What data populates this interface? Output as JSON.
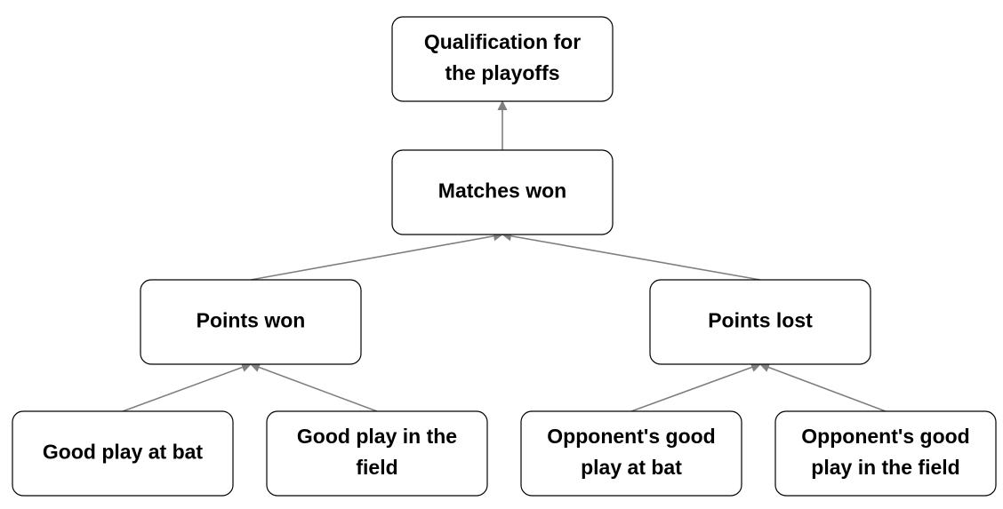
{
  "colors": {
    "box_border": "#000000",
    "box_fill": "#ffffff",
    "edge": "#7f7f7f",
    "text": "#000000"
  },
  "nodes": {
    "playoffs": {
      "lines": [
        "Qualification for",
        "the playoffs"
      ]
    },
    "matches_won": {
      "lines": [
        "Matches won"
      ]
    },
    "points_won": {
      "lines": [
        "Points won"
      ]
    },
    "points_lost": {
      "lines": [
        "Points lost"
      ]
    },
    "good_bat": {
      "lines": [
        "Good play at bat"
      ]
    },
    "good_field": {
      "lines": [
        "Good play in the",
        "field"
      ]
    },
    "opp_bat": {
      "lines": [
        "Opponent's good",
        "play at bat"
      ]
    },
    "opp_field": {
      "lines": [
        "Opponent's good",
        "play in the field"
      ]
    }
  },
  "edges": [
    {
      "from": "matches_won",
      "to": "playoffs"
    },
    {
      "from": "points_won",
      "to": "matches_won"
    },
    {
      "from": "points_lost",
      "to": "matches_won"
    },
    {
      "from": "good_bat",
      "to": "points_won"
    },
    {
      "from": "good_field",
      "to": "points_won"
    },
    {
      "from": "opp_bat",
      "to": "points_lost"
    },
    {
      "from": "opp_field",
      "to": "points_lost"
    }
  ]
}
